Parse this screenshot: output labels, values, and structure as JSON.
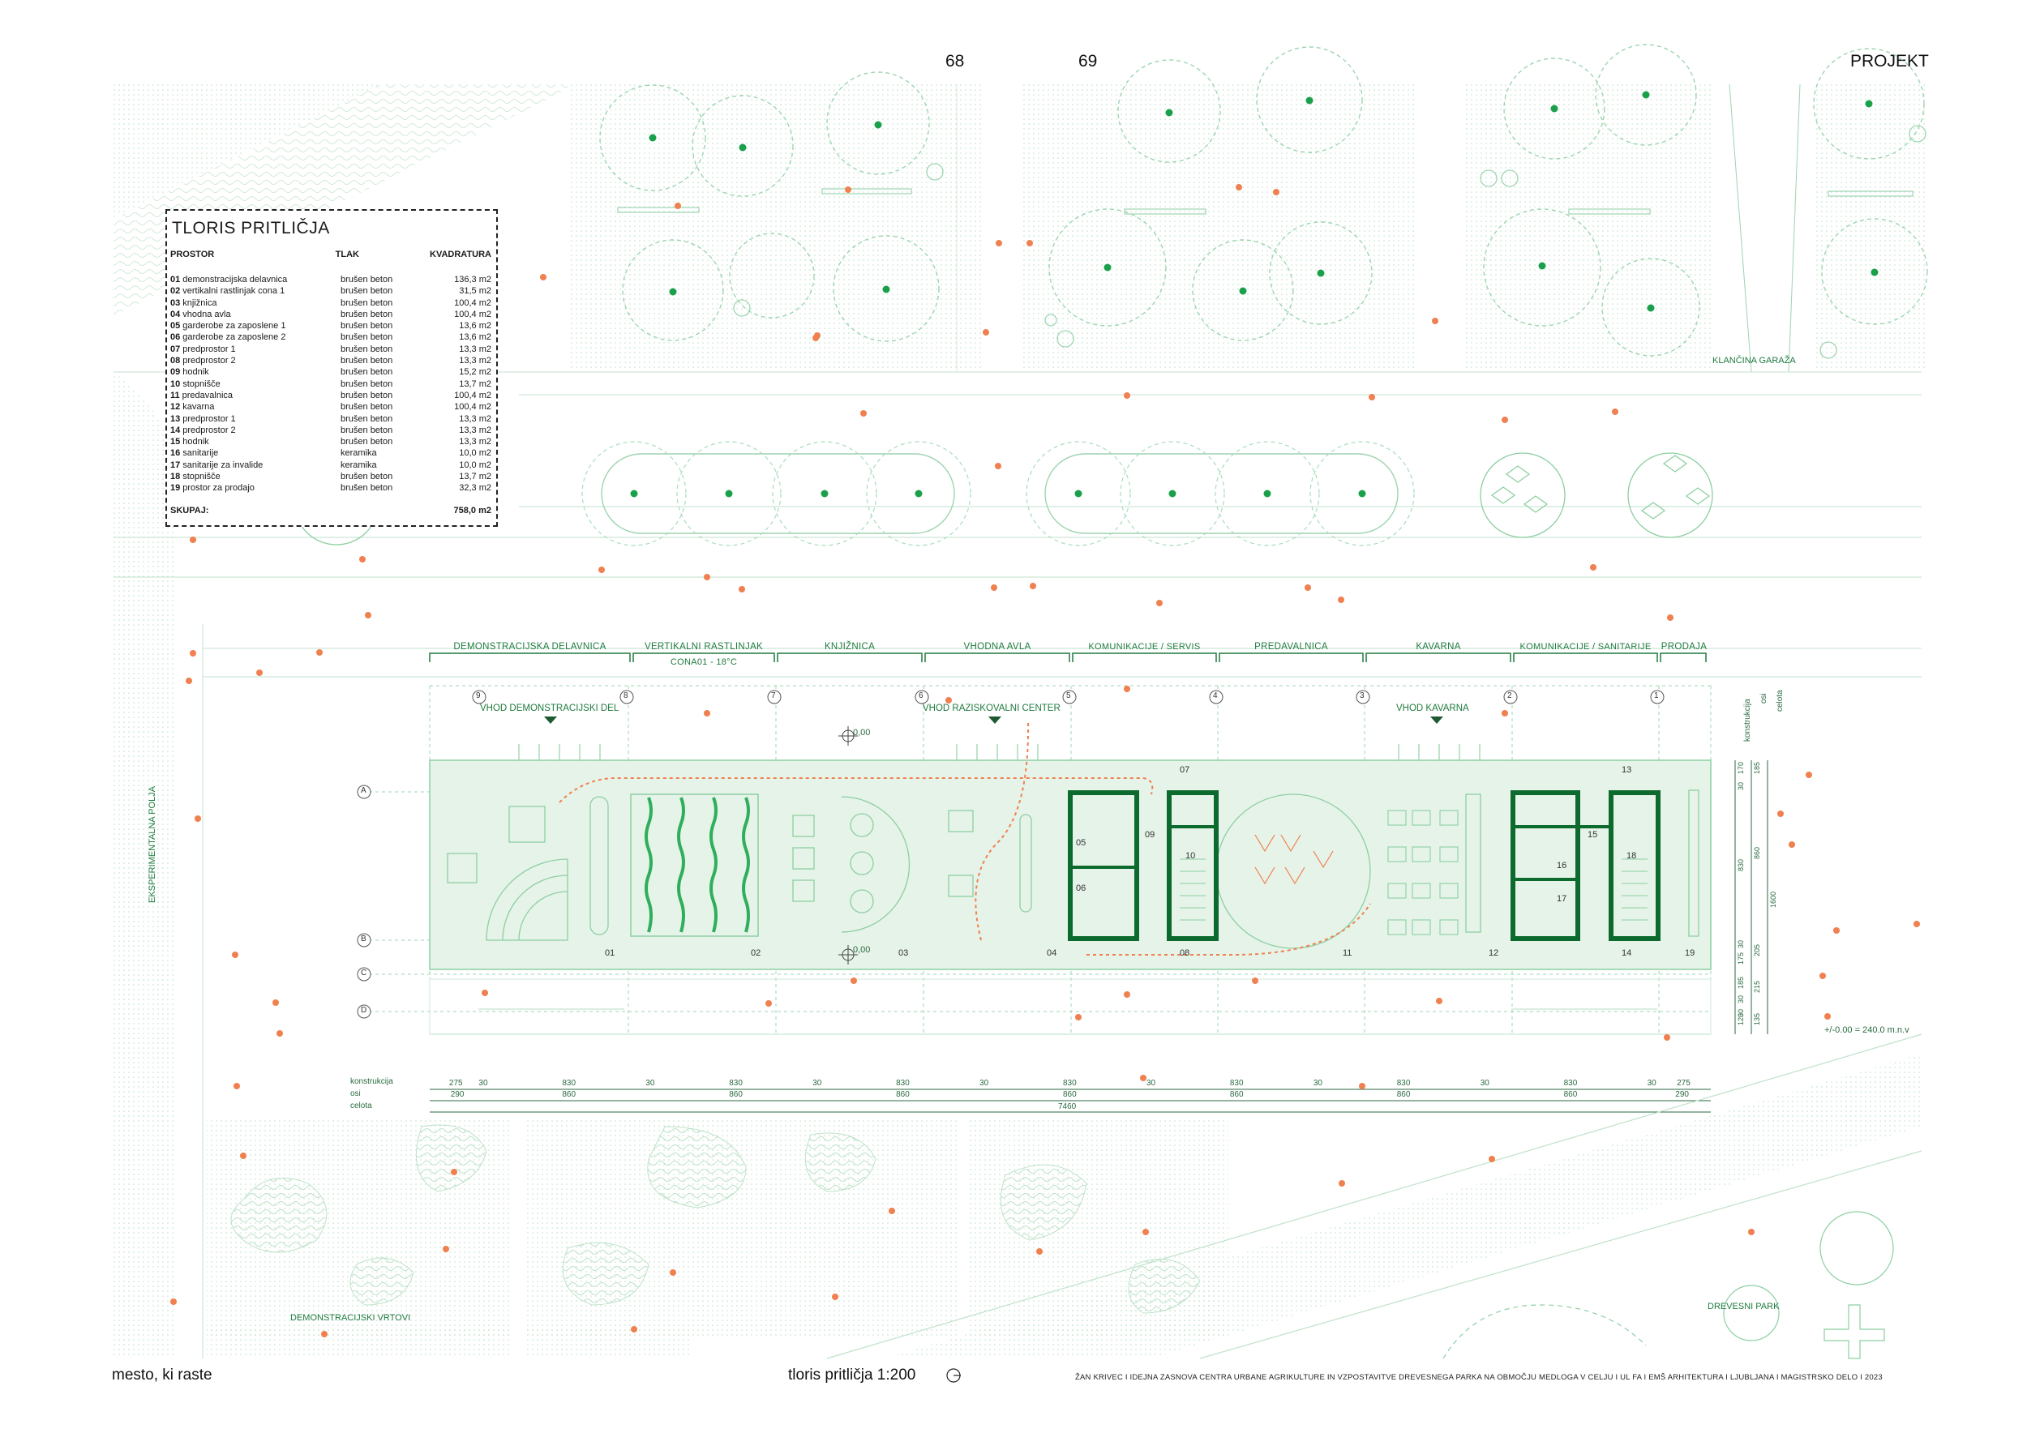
{
  "header": {
    "page_left": "68",
    "page_right": "69",
    "section": "PROJEKT"
  },
  "legend": {
    "title": "TLORIS PRITLIČJA",
    "col_space": "PROSTOR",
    "col_floor": "TLAK",
    "col_area": "KVADRATURA",
    "rows": [
      {
        "num": "01",
        "name": "demonstracijska delavnica",
        "floor": "brušen beton",
        "area": "136,3 m2"
      },
      {
        "num": "02",
        "name": "vertikalni rastlinjak cona 1",
        "floor": "brušen beton",
        "area": "31,5 m2"
      },
      {
        "num": "03",
        "name": "knjižnica",
        "floor": "brušen beton",
        "area": "100,4 m2"
      },
      {
        "num": "04",
        "name": "vhodna avla",
        "floor": "brušen beton",
        "area": "100,4 m2"
      },
      {
        "num": "05",
        "name": "garderobe za zaposlene 1",
        "floor": "brušen beton",
        "area": "13,6 m2"
      },
      {
        "num": "06",
        "name": "garderobe za zaposlene 2",
        "floor": "brušen beton",
        "area": "13,6 m2"
      },
      {
        "num": "07",
        "name": "predprostor 1",
        "floor": "brušen beton",
        "area": "13,3 m2"
      },
      {
        "num": "08",
        "name": "predprostor 2",
        "floor": "brušen beton",
        "area": "13,3 m2"
      },
      {
        "num": "09",
        "name": "hodnik",
        "floor": "brušen beton",
        "area": "15,2 m2"
      },
      {
        "num": "10",
        "name": "stopnišče",
        "floor": "brušen beton",
        "area": "13,7 m2"
      },
      {
        "num": "11",
        "name": "predavalnica",
        "floor": "brušen beton",
        "area": "100,4 m2"
      },
      {
        "num": "12",
        "name": "kavarna",
        "floor": "brušen beton",
        "area": "100,4 m2"
      },
      {
        "num": "13",
        "name": "predprostor 1",
        "floor": "brušen beton",
        "area": "13,3 m2"
      },
      {
        "num": "14",
        "name": "predprostor 2",
        "floor": "brušen beton",
        "area": "13,3 m2"
      },
      {
        "num": "15",
        "name": "hodnik",
        "floor": "brušen beton",
        "area": "13,3 m2"
      },
      {
        "num": "16",
        "name": "sanitarije",
        "floor": "keramika",
        "area": "10,0 m2"
      },
      {
        "num": "17",
        "name": "sanitarije za invalide",
        "floor": "keramika",
        "area": "10,0 m2"
      },
      {
        "num": "18",
        "name": "stopnišče",
        "floor": "brušen beton",
        "area": "13,7 m2"
      },
      {
        "num": "19",
        "name": "prostor za prodajo",
        "floor": "brušen beton",
        "area": "32,3 m2"
      }
    ],
    "total_label": "SKUPAJ:",
    "total_area": "758,0 m2"
  },
  "zones": [
    "DEMONSTRACIJSKA DELAVNICA",
    "VERTIKALNI RASTLINJAK",
    "KNJIŽNICA",
    "VHODNA AVLA",
    "KOMUNIKACIJE / SERVIS",
    "PREDAVALNICA",
    "KAVARNA",
    "KOMUNIKACIJE / SANITARIJE",
    "PRODAJA"
  ],
  "zone_sub": "CONA01 - 18°C",
  "entrances": [
    "VHOD DEMONSTRACIJSKI DEL",
    "VHOD RAZISKOVALNI CENTER",
    "VHOD KAVARNA"
  ],
  "axes_num": [
    "9",
    "8",
    "7",
    "6",
    "5",
    "4",
    "3",
    "2",
    "1"
  ],
  "axes_letter": [
    "A",
    "B",
    "C",
    "D"
  ],
  "levels": [
    "0,00",
    "0,00"
  ],
  "rooms": [
    "01",
    "02",
    "03",
    "04",
    "05",
    "06",
    "07",
    "08",
    "09",
    "10",
    "11",
    "12",
    "13",
    "14",
    "15",
    "16",
    "17",
    "18",
    "19"
  ],
  "dims": {
    "row_labels": [
      "konstrukcija",
      "osi",
      "celota"
    ],
    "row1": [
      "275",
      "30",
      "830",
      "30",
      "830",
      "30",
      "830",
      "30",
      "830",
      "30",
      "830",
      "30",
      "830",
      "30",
      "830",
      "30",
      "275"
    ],
    "row2": [
      "290",
      "860",
      "860",
      "860",
      "860",
      "860",
      "860",
      "860",
      "290"
    ],
    "total": "7460",
    "vertical_labels": [
      "konstrukcija",
      "osi",
      "celota"
    ],
    "v_small": [
      "30",
      "170",
      "185",
      "830",
      "860",
      "1600",
      "30",
      "175",
      "205",
      "185",
      "30",
      "215",
      "120",
      "30",
      "135"
    ],
    "level_note": "+/-0.00 = 240.0 m.n.v"
  },
  "site_labels": {
    "garage": "KLANČINA GARAŽA",
    "fields": "EKSPERIMENTALNA POLJA",
    "gardens": "DEMONSTRACIJSKI VRTOVI",
    "park": "DREVESNI PARK"
  },
  "footer": {
    "left": "mesto, ki raste",
    "center": "tloris pritličja 1:200",
    "credit": "ŽAN KRIVEC I IDEJNA ZASNOVA CENTRA URBANE AGRIKULTURE IN VZPOSTAVITVE DREVESNEGA PARKA NA OBMOČJU MEDLOGA V CELJU I UL FA I EMŠ ARHITEKTURA I LJUBLJANA I MAGISTRSKO DELO I 2023"
  },
  "colors": {
    "green": "#1e7a3e",
    "light_green": "#e6f3e8",
    "mint": "#a9dcbc",
    "orange": "#f08050",
    "dark_green": "#0c6a2e"
  }
}
